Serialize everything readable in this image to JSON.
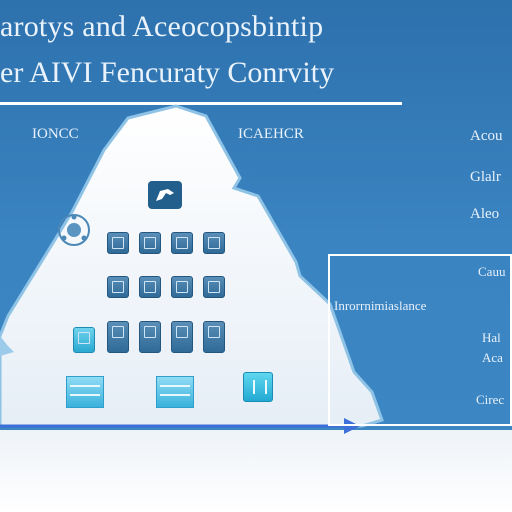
{
  "header": {
    "line1": "arotys and Aceocopsbintip",
    "line2": "er AIVI Fencuraty Conrvity"
  },
  "pyramid": {
    "label_left": "IONCC",
    "label_right": "ICAEHCR"
  },
  "right_column": {
    "items": [
      "Acou",
      "Glalr",
      "Aleo"
    ]
  },
  "panel": {
    "title": "Cauu",
    "heading": "Inrorrnimiaslance",
    "items": [
      "Hal",
      "Aca",
      "Cirec"
    ]
  },
  "colors": {
    "banner": "#3a84c1",
    "pyramid_fill": "#f1f6fb",
    "accent_arrow": "#2f5fd6",
    "cell_dark": "#2f6a97",
    "cell_cyan": "#2aa9d0"
  },
  "icons": [
    "logo-icon",
    "network-hub-icon",
    "module-icon",
    "storage-tray-icon",
    "server-icon",
    "arrow-right-icon"
  ]
}
